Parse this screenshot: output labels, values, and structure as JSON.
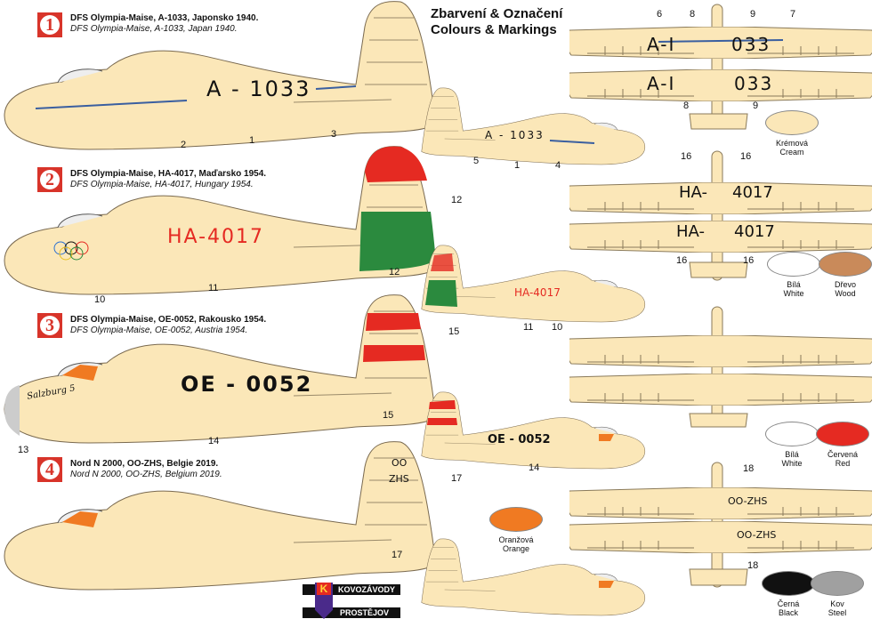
{
  "title": {
    "line1": "Zbarvení & Označení",
    "line2": "Colours & Markings"
  },
  "schemes": [
    {
      "number": "1",
      "cz": "DFS Olympia-Maise, A-1033, Japonsko 1940.",
      "en": "DFS Olympia-Maise, A-1033, Japan 1940.",
      "registration": "A - 1033",
      "top_left": "A-I",
      "top_right": "033"
    },
    {
      "number": "2",
      "cz": "DFS Olympia-Maise, HA-4017, Maďarsko 1954.",
      "en": "DFS Olympia-Maise, HA-4017, Hungary 1954.",
      "registration": "HA-4017",
      "top_left": "HA-",
      "top_right": "4017"
    },
    {
      "number": "3",
      "cz": "DFS Olympia-Maise, OE-0052, Rakousko 1954.",
      "en": "DFS Olympia-Maise, OE-0052, Austria 1954.",
      "registration": "OE - 0052",
      "nose_script": "Salzburg 5"
    },
    {
      "number": "4",
      "cz": "Nord N 2000, OO-ZHS, Belgie 2019.",
      "en": "Nord N 2000, OO-ZHS, Belgium 2019.",
      "registration": "OO-ZHS",
      "fin_line1": "OO",
      "fin_line2": "ZHS"
    }
  ],
  "callouts": [
    "1",
    "2",
    "3",
    "4",
    "5",
    "6",
    "7",
    "8",
    "9",
    "10",
    "11",
    "12",
    "13",
    "14",
    "15",
    "16",
    "17",
    "18"
  ],
  "colors": [
    {
      "cz": "Krémová",
      "en": "Cream",
      "hex": "#fbe7b8"
    },
    {
      "cz": "Bílá",
      "en": "White",
      "hex": "#ffffff"
    },
    {
      "cz": "Dřevo",
      "en": "Wood",
      "hex": "#c98a5a"
    },
    {
      "cz": "Červená",
      "en": "Red",
      "hex": "#e52a22"
    },
    {
      "cz": "Oranžová",
      "en": "Orange",
      "hex": "#f07a22"
    },
    {
      "cz": "Černá",
      "en": "Black",
      "hex": "#111111"
    },
    {
      "cz": "Kov",
      "en": "Steel",
      "hex": "#a0a0a0"
    }
  ],
  "logo": {
    "line1": "KOVOZÁVODY",
    "line2": "PROSTĚJOV",
    "mark": "K"
  }
}
